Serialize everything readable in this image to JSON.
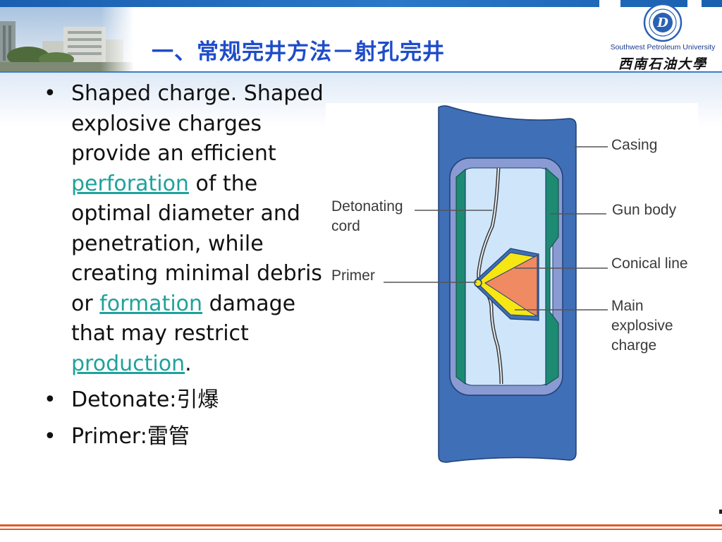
{
  "slide": {
    "title": "一、常规完井方法－射孔完井"
  },
  "logo": {
    "emblem_letter": "D",
    "english_name": "Southwest Petroleum University",
    "chinese_name": "西南石油大學"
  },
  "bullets": [
    {
      "parts": [
        {
          "text": "Shaped charge. Shaped explosive charges provide an efficient ",
          "link": false
        },
        {
          "text": "perforation",
          "link": true
        },
        {
          "text": " of the optimal diameter and penetration, while creating minimal debris or ",
          "link": false
        },
        {
          "text": "formation",
          "link": true
        },
        {
          "text": " damage that may restrict ",
          "link": false
        },
        {
          "text": "production",
          "link": true
        },
        {
          "text": ".",
          "link": false
        }
      ]
    },
    {
      "term": "Detonate:",
      "cn": "引爆"
    },
    {
      "term": "Primer:",
      "cn": "雷管"
    }
  ],
  "diagram": {
    "labels": {
      "casing": "Casing",
      "gun_body": "Gun body",
      "detonating_cord_1": "Detonating",
      "detonating_cord_2": "cord",
      "primer": "Primer",
      "conical_line": "Conical line",
      "main_charge_1": "Main",
      "main_charge_2": "explosive",
      "main_charge_3": "charge"
    },
    "colors": {
      "casing": "#3f6fb6",
      "gun_body": "#8a9ad2",
      "liner_green": "#1d8a72",
      "inner_fluid": "#cfe6fa",
      "charge_case": "#3f6fb6",
      "explosive": "#f5e614",
      "cone": "#ef8a63"
    }
  },
  "theme": {
    "title_color": "#1f4cc9",
    "link_color": "#1fa29b",
    "footer_color": "#e05a2b"
  }
}
